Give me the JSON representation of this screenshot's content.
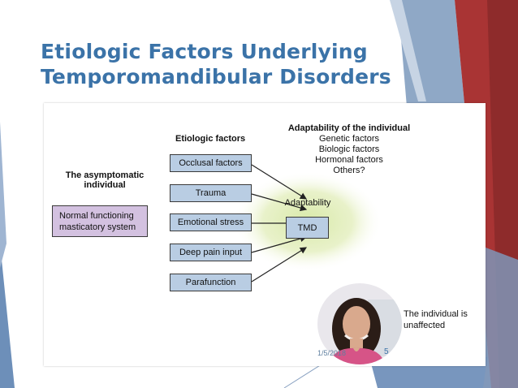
{
  "slide": {
    "title_line1": "Etiologic Factors Underlying",
    "title_line2": "Temporomandibular Disorders",
    "date": "1/5/2018",
    "page_number": "5"
  },
  "diagram": {
    "asymptomatic_heading_line1": "The asymptomatic",
    "asymptomatic_heading_line2": "individual",
    "normal_box_line1": "Normal functioning",
    "normal_box_line2": "masticatory system",
    "etiologic_heading": "Etiologic factors",
    "factors": [
      "Occlusal factors",
      "Trauma",
      "Emotional stress",
      "Deep pain input",
      "Parafunction"
    ],
    "adaptability_heading": "Adaptability of the individual",
    "adaptability_items": [
      "Genetic factors",
      "Biologic factors",
      "Hormonal factors",
      "Others?"
    ],
    "adaptability_label": "Adaptability",
    "tmd_label": "TMD",
    "unaffected_line1": "The individual is",
    "unaffected_line2": "unaffected"
  },
  "colors": {
    "title": "#3b73a8",
    "box_fill": "#b9cde3",
    "normal_box_fill": "#d3c1e0",
    "glow": "#d8e9a8",
    "deco_blue": "#7f9fc4",
    "deco_red": "#b03a3a"
  }
}
